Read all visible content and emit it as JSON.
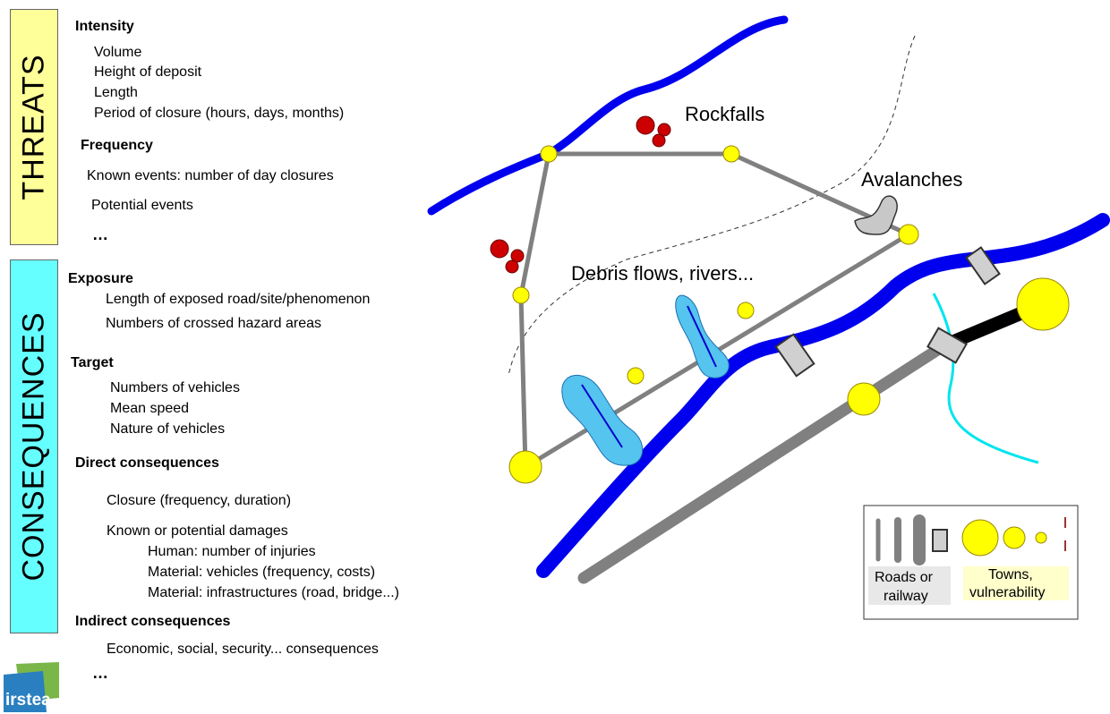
{
  "bands": {
    "threats": "THREATS",
    "consequences": "CONSEQUENCES"
  },
  "threats": {
    "intensity_title": "Intensity",
    "intensity_items": [
      "Volume",
      "Height of deposit",
      "Length",
      "Period of closure (hours, days, months)"
    ],
    "frequency_title": "Frequency",
    "known_events": "Known events:  number of day closures",
    "potential_events": "Potential events",
    "more": "…"
  },
  "consequences": {
    "exposure_title": "Exposure",
    "exposure_items": [
      "Length of exposed road/site/phenomenon",
      "Numbers of crossed hazard areas"
    ],
    "target_title": "Target",
    "target_items": [
      "Numbers of vehicles",
      "Mean speed",
      "Nature of vehicles"
    ],
    "direct_title": "Direct consequences",
    "closure": "Closure (frequency, duration)",
    "damages": "Known or potential damages",
    "damage_items": [
      "Human: number of injuries",
      "Material: vehicles (frequency, costs)",
      "Material: infrastructures (road, bridge...)"
    ],
    "indirect_title": "Indirect consequences",
    "indirect_item": "Economic, social, security... consequences",
    "more": "…"
  },
  "diagram": {
    "labels": {
      "rockfalls": "Rockfalls",
      "avalanches": "Avalanches",
      "debris": "Debris flows, rivers..."
    },
    "legend": {
      "roads_line1": "Roads or",
      "roads_line2": "railway",
      "towns_line1": "Towns,",
      "towns_line2": "vulnerability"
    },
    "colors": {
      "river": "#0000ee",
      "road": "#808080",
      "town": "#ffff00",
      "rock": "#cc0000",
      "debris": "#55c4ee",
      "stream": "#00e5ee"
    }
  },
  "logo": {
    "text": "irstea"
  }
}
